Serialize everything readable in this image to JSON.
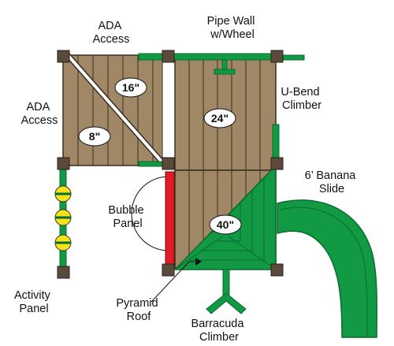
{
  "labels": {
    "ada_access_top": [
      "ADA",
      "Access"
    ],
    "pipe_wall": [
      "Pipe Wall",
      "w/Wheel"
    ],
    "ada_access_left": [
      "ADA",
      "Access"
    ],
    "u_bend_climber": [
      "U-Bend",
      "Climber"
    ],
    "banana_slide": [
      "6’ Banana",
      "Slide"
    ],
    "bubble_panel": [
      "Bubble",
      "Panel"
    ],
    "activity_panel": [
      "Activity",
      "Panel"
    ],
    "pyramid_roof": [
      "Pyramid",
      "Roof"
    ],
    "barracuda_climber": [
      "Barracuda",
      "Climber"
    ]
  },
  "heights": {
    "h16": "16\"",
    "h8": "8\"",
    "h24": "24\"",
    "h40": "40\""
  },
  "colors": {
    "deck": "#a08866",
    "plank_line": "#3a2e22",
    "post": "#5a4a3c",
    "green": "#119944",
    "dark_green": "#0a6b2e",
    "red": "#e01c24",
    "yellow": "#f3e21c",
    "white": "#ffffff"
  }
}
